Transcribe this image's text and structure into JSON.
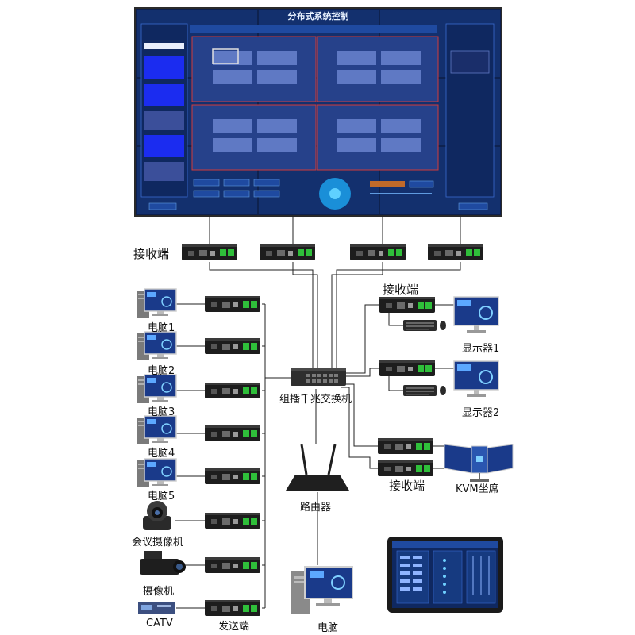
{
  "wall": {
    "title": "分布式系统控制"
  },
  "labels": {
    "top_receiver": "接收端",
    "right_receiver": "接收端",
    "kvm_receiver": "接收端",
    "switch": "组播千兆交换机",
    "router": "路由器",
    "bottom_pc": "电脑",
    "sender": "发送端",
    "kvm_seat": "KVM坐席",
    "monitor1": "显示器1",
    "monitor2": "显示器2"
  },
  "sources": [
    {
      "label": "电脑1",
      "icon": "computer-icon"
    },
    {
      "label": "电脑2",
      "icon": "computer-icon"
    },
    {
      "label": "电脑3",
      "icon": "computer-icon"
    },
    {
      "label": "电脑4",
      "icon": "computer-icon"
    },
    {
      "label": "电脑5",
      "icon": "computer-icon"
    },
    {
      "label": "会议摄像机",
      "icon": "ptz-camera-icon"
    },
    {
      "label": "摄像机",
      "icon": "camcorder-icon"
    },
    {
      "label": "CATV",
      "icon": "catv-box-icon"
    }
  ],
  "colors": {
    "device": "#1d1d1d",
    "port_green": "#2fbf3a",
    "screen_blue": "#1a3a8a",
    "line": "#222222"
  }
}
